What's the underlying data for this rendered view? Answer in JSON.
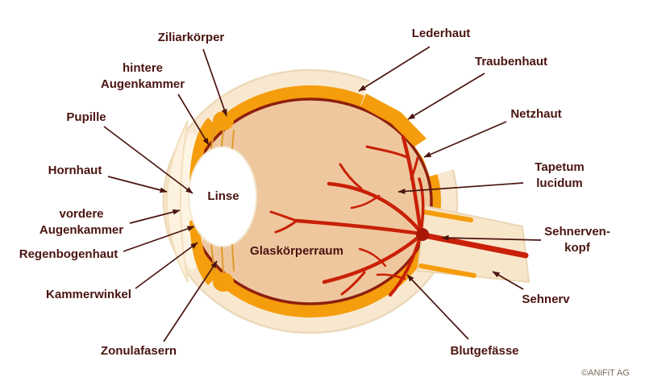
{
  "diagram_subject": "eye-anatomy-cross-section",
  "labels": {
    "ziliarkoerper": "Ziliarkörper",
    "hintere_augenkammer": [
      "hintere",
      "Augenkammer"
    ],
    "pupille": "Pupille",
    "hornhaut": "Hornhaut",
    "vordere_augenkammer": [
      "vordere",
      "Augenkammer"
    ],
    "regenbogenhaut": "Regenbogenhaut",
    "kammerwinkel": "Kammerwinkel",
    "zonulafasern": "Zonulafasern",
    "linse": "Linse",
    "glaskoerperraum": "Glaskörperraum",
    "lederhaut": "Lederhaut",
    "traubenhaut": "Traubenhaut",
    "netzhaut": "Netzhaut",
    "tapetum_lucidum": [
      "Tapetum",
      "lucidum"
    ],
    "sehnervenkopf": [
      "Sehnerven-",
      "kopf"
    ],
    "sehnerv": "Sehnerv",
    "blutgefaesse": "Blutgefässe"
  },
  "copyright": "©ANiFiT AG",
  "colors": {
    "background": "#ffffff",
    "label_text": "#4a1410",
    "sclera": "#f8e8d0",
    "cornea": "#fdf2df",
    "anterior_chamber": "#fdf4e4",
    "choroid": "#f59d0c",
    "retina_line": "#8e1f10",
    "vitreous": "#efc79e",
    "lens": "#ffffff",
    "blood_vessel": "#c92008",
    "optic_disc": "#a81605",
    "nerve_sheath": "#f8e6ca",
    "copyright_text": "#7a6a58"
  }
}
